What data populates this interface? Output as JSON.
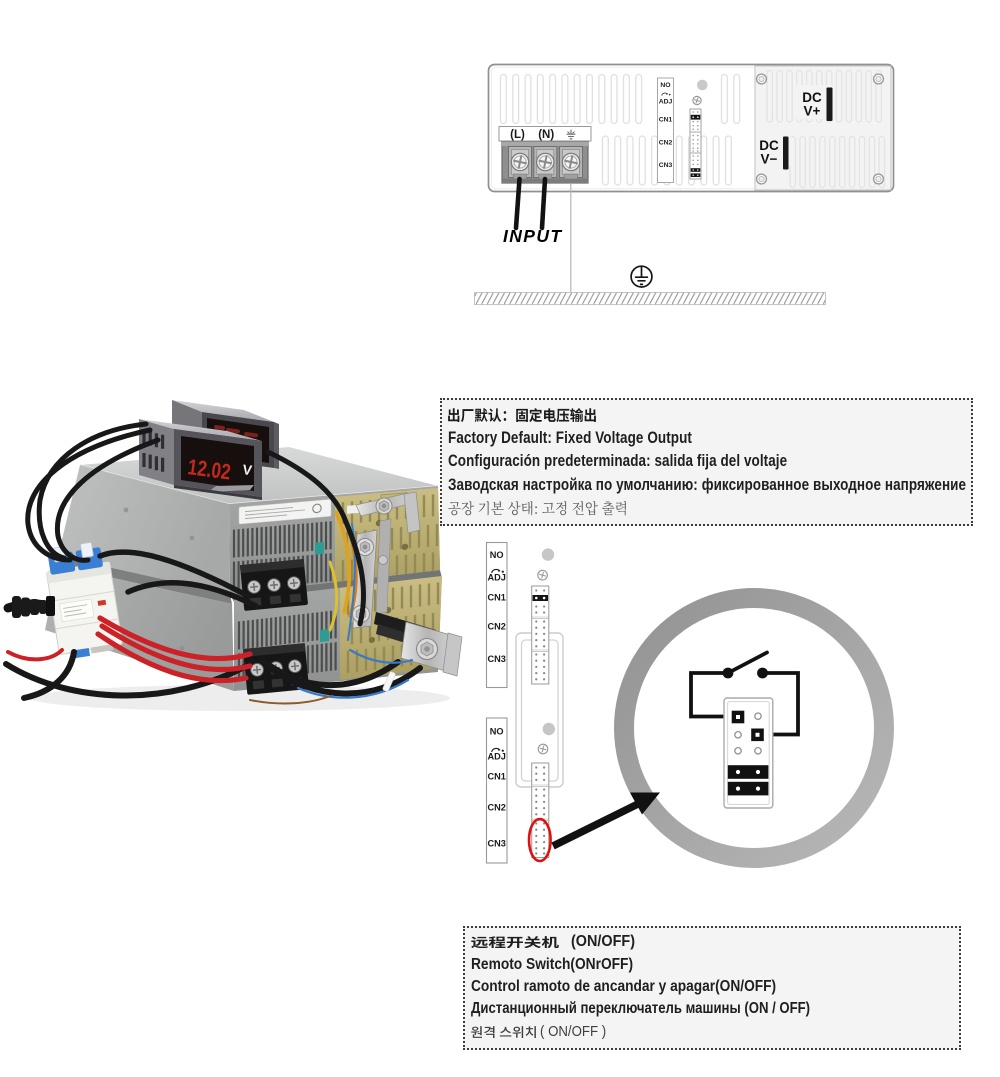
{
  "page": {
    "background": "#ffffff"
  },
  "connector_labels": {
    "no": "NO",
    "adj": "ADJ",
    "cn1": "CN1",
    "cn2": "CN2",
    "cn3": "CN3"
  },
  "rear_panel_diagram": {
    "live_label": "(L)",
    "neutral_label": "(N)",
    "input_label": "INPUT",
    "dc_plus_line1": "DC",
    "dc_plus_line2": "V+",
    "dc_minus_line1": "DC",
    "dc_minus_line2": "V−"
  },
  "product_photo": {
    "meter_reading": "12.02",
    "meter_unit": "V"
  },
  "factory_default_note": {
    "line_zh": "出厂默认：固定电压输出",
    "line_en": "Factory Default: Fixed Voltage Output",
    "line_es": "Configuración predeterminada: salida fija del voltaje",
    "line_ru": "Заводская настройка по умолчанию: фиксированное выходное напряжение",
    "line_ko": "공장 기본 상태: 고정 전압 출력"
  },
  "remote_switch_note": {
    "line_zh_cjk": "远程开关机",
    "line_zh_suffix": "(ON/OFF)",
    "line_en": "Remoto Switch(ONrOFF)",
    "line_es": "Control ramoto de ancandar y apagar(ON/OFF)",
    "line_ru": "Дистанционный переключатель машины (ON / OFF)",
    "line_ko_cjk": "원격 스위치",
    "line_ko_suffix": "( ON/OFF )"
  },
  "colors": {
    "highlight_red": "#e01010",
    "wire_red": "#c9252b",
    "digit_red": "#d63222",
    "ring_gray": "#a5a5a5",
    "breaker_blue": "#3b7fd4",
    "pcb_gold": "#c6ba7e",
    "note_background": "#f4f4f4"
  }
}
